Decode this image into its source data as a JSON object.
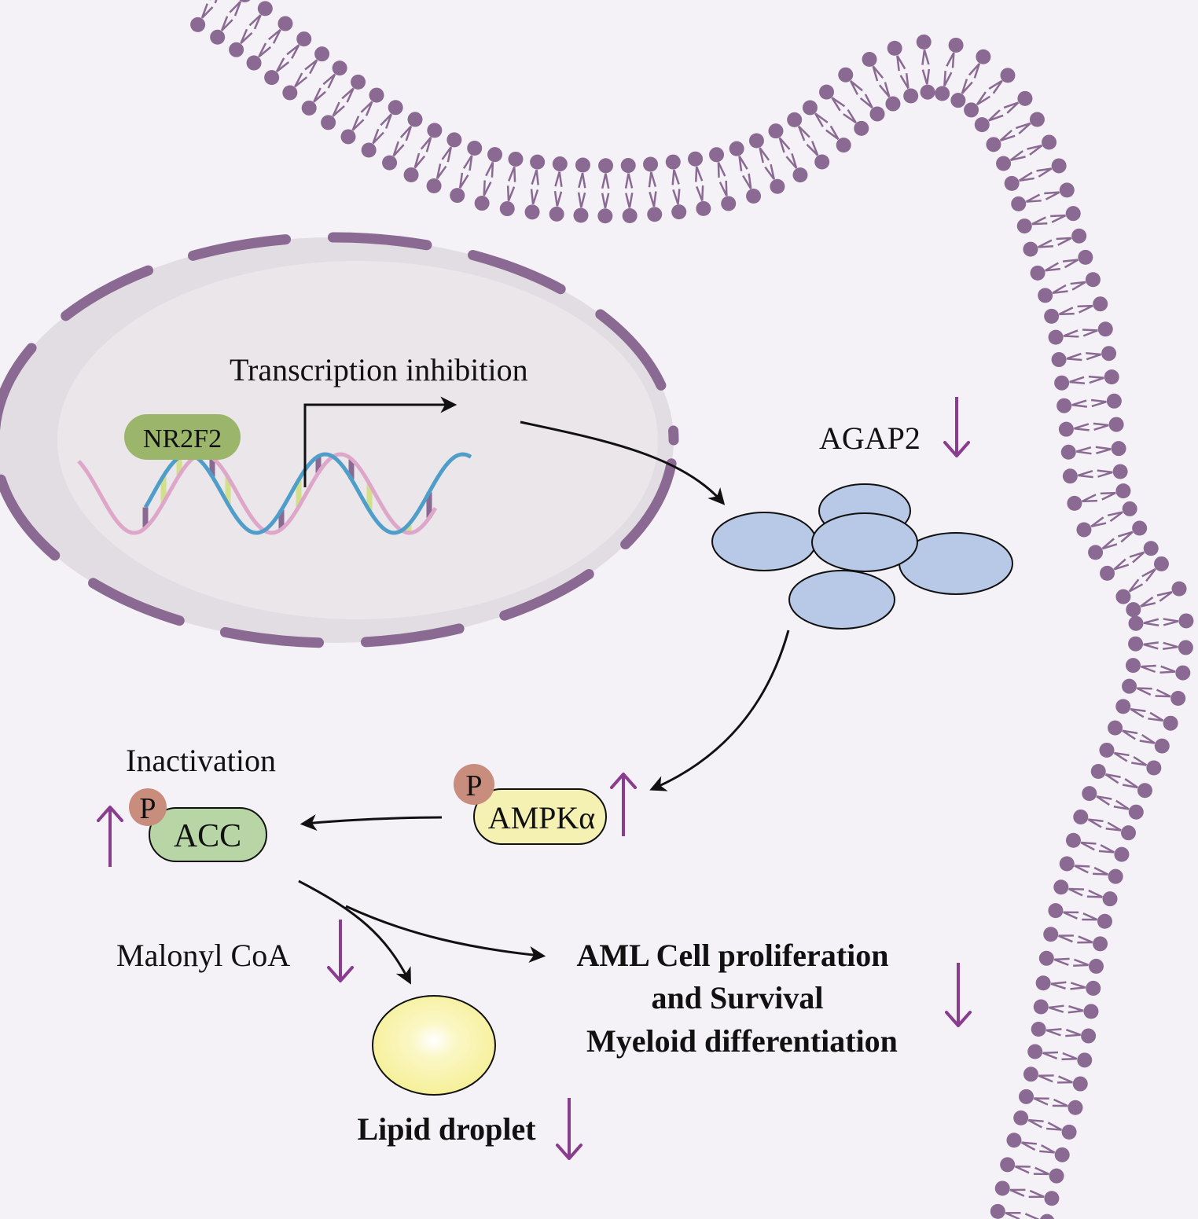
{
  "colors": {
    "background": "#f4f1f7",
    "membrane": "#8a6a92",
    "nucleus_fill": "#e2dde3",
    "nucleus_inner": "#eae6ea",
    "dna_blue": "#4f9ec9",
    "dna_pink": "#dea6c9",
    "dna_yellow": "#d3e08a",
    "nr2f2_fill": "#9bb66a",
    "agap2_fill": "#b7c9e6",
    "ampk_fill": "#f4f1b3",
    "acc_fill": "#b8d6a5",
    "phospho_fill": "#c88d7c",
    "lipid_fill": "#f5ef92",
    "arrow_purple": "#8a3d8f"
  },
  "labels": {
    "transcription": "Transcription inhibition",
    "nr2f2": "NR2F2",
    "agap2": "AGAP2",
    "ampk": "AMPKα",
    "phospho": "P",
    "acc": "ACC",
    "inactivation": "Inactivation",
    "malonyl": "Malonyl CoA",
    "aml_line1": "AML Cell proliferation",
    "aml_line2": "and Survival",
    "aml_line3": "Myeloid differentiation",
    "lipid": "Lipid droplet"
  },
  "indicators": {
    "agap2": "down",
    "ampk": "up",
    "acc": "up",
    "malonyl": "down",
    "aml": "down",
    "lipid": "down"
  }
}
